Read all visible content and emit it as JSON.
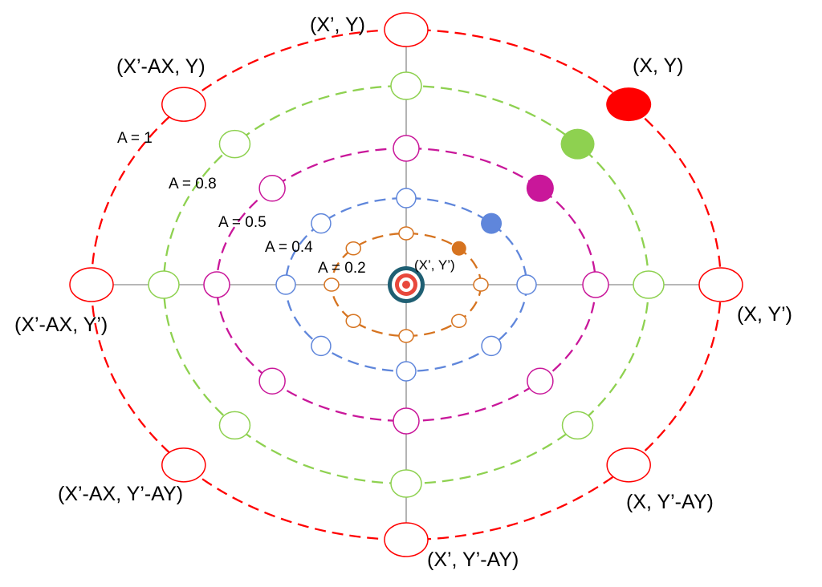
{
  "colors": {
    "axis": "#8c8c8c",
    "target_dark": "#1f5f73",
    "target_red": "#e8483c"
  },
  "icons": {
    "center": "target-icon"
  },
  "center_label": "(X’, Y’)",
  "rings": [
    {
      "name": "A = 0.2",
      "a": 0.2,
      "label": "A = 0.2",
      "color": "#d6731f",
      "filled_marker": true
    },
    {
      "name": "A = 0.4",
      "a": 0.4,
      "label": "A = 0.4",
      "color": "#5f86db",
      "filled_marker": true
    },
    {
      "name": "A = 0.5",
      "a": 0.5,
      "label": "A = 0.5",
      "color": "#c9179a",
      "filled_marker": true
    },
    {
      "name": "A = 0.8",
      "a": 0.8,
      "label": "A = 0.8",
      "color": "#8ed150",
      "filled_marker": true
    },
    {
      "name": "A = 1",
      "a": 1.0,
      "label": "A = 1",
      "color": "#ff0000",
      "filled_marker": true
    }
  ],
  "point_labels": {
    "top": "(X’, Y)",
    "top_left": "(X’-AX, Y)",
    "top_right": "(X, Y)",
    "left": "(X’-AX, Y’)",
    "right": "(X, Y’)",
    "bottom_left": "(X’-AX, Y’-AY)",
    "bottom_right": "(X, Y’-AY)",
    "bottom": "(X’, Y’-AY)"
  }
}
